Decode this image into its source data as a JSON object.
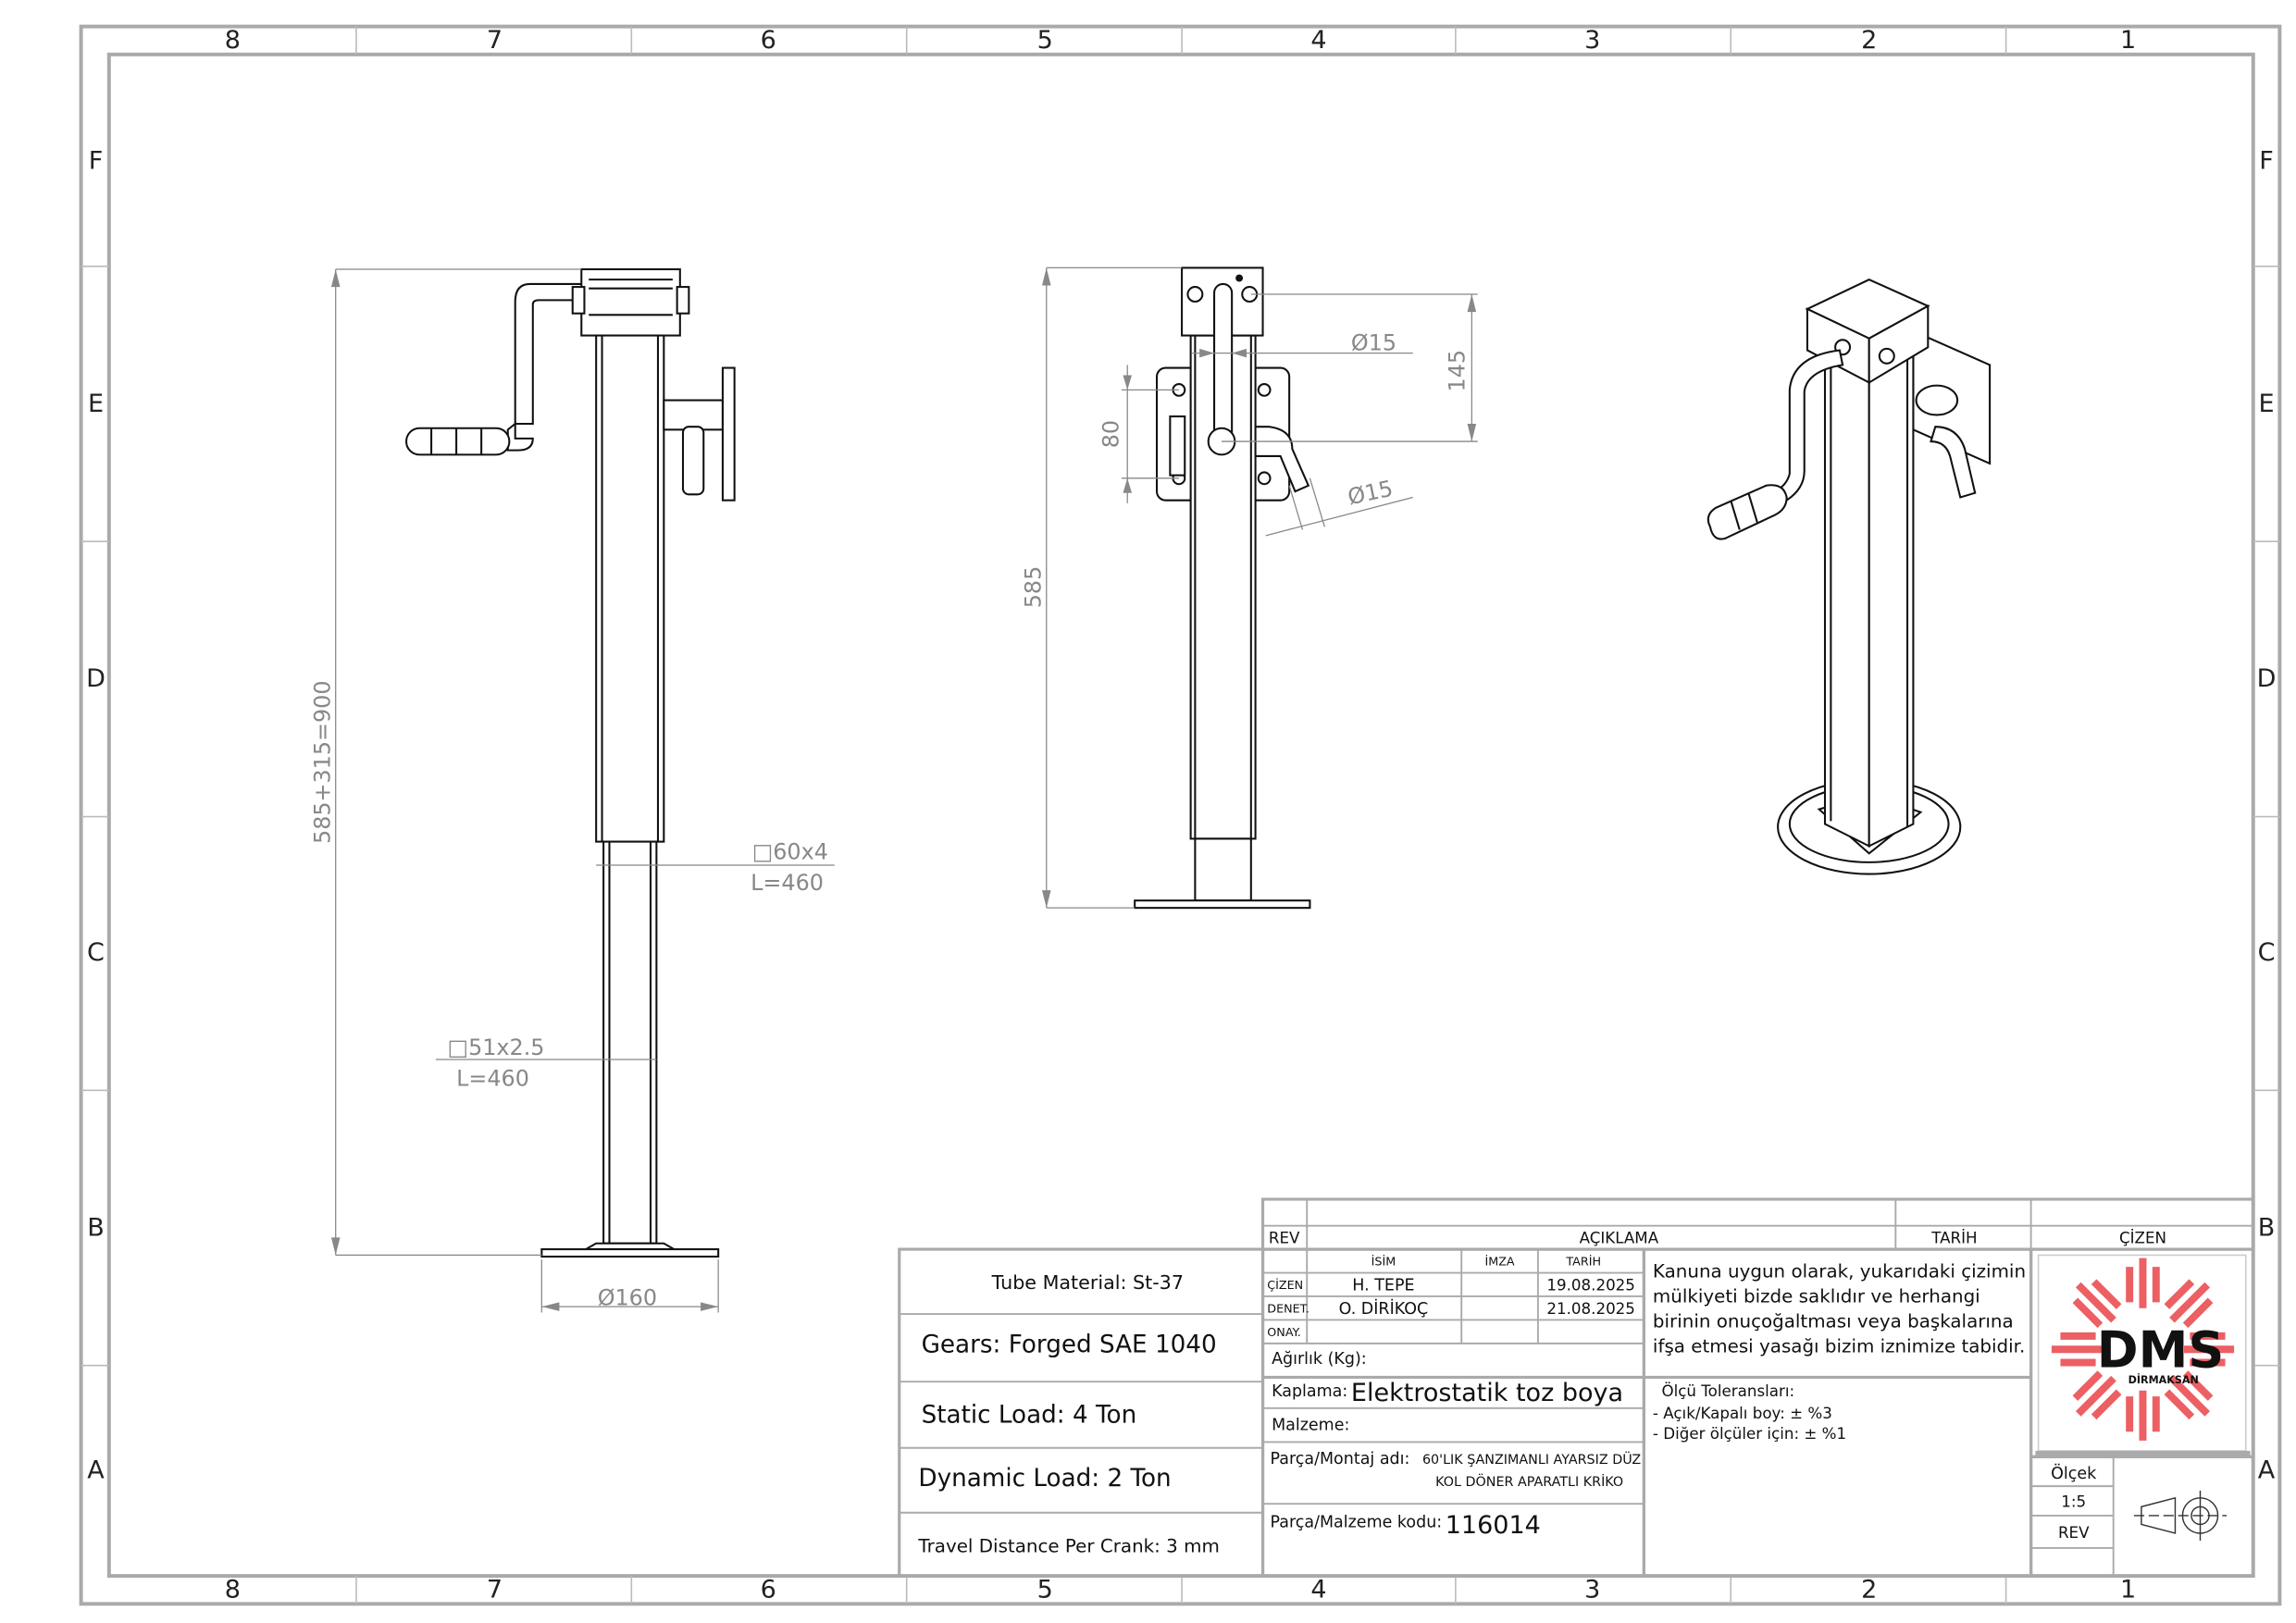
{
  "border": {
    "columns": [
      "8",
      "7",
      "6",
      "5",
      "4",
      "3",
      "2",
      "1"
    ],
    "rows": [
      "F",
      "E",
      "D",
      "C",
      "B",
      "A"
    ]
  },
  "dimensions": {
    "side_view": {
      "total_height": "585+315=900",
      "outer_tube": "□60x4",
      "outer_tube_length": "L=460",
      "inner_tube": "□51x2.5",
      "inner_tube_length": "L=460",
      "foot_diameter": "Ø160"
    },
    "front_view": {
      "closed_height": "585",
      "handle_offset": "145",
      "handle_diameter": "Ø15",
      "hole_spacing": "80",
      "lever_diameter": "Ø15"
    }
  },
  "spec_table": {
    "tube_material": "Tube Material: St-37",
    "gears": "Gears: Forged SAE 1040",
    "static_load": "Static Load: 4 Ton",
    "dynamic_load": "Dynamic Load: 2 Ton",
    "travel": "Travel Distance Per Crank: 3 mm"
  },
  "revision": {
    "rev_label": "REV",
    "description_label": "AÇIKLAMA",
    "date_label": "TARİH",
    "drawn_label": "ÇİZEN"
  },
  "approvals": {
    "headers": {
      "name": "İSİM",
      "signature": "İMZA",
      "date": "TARİH"
    },
    "rows": [
      {
        "role": "ÇİZEN",
        "name": "H. TEPE",
        "date": "19.08.2025"
      },
      {
        "role": "DENET.",
        "name": "O. DİRİKOÇ",
        "date": "21.08.2025"
      },
      {
        "role": "ONAY.",
        "name": "",
        "date": ""
      }
    ]
  },
  "part_info": {
    "weight_label": "Ağırlık (Kg):",
    "coating_label": "Kaplama:",
    "coating_value": "Elektrostatik toz boya",
    "material_label": "Malzeme:",
    "name_label": "Parça/Montaj adı:",
    "name_line1": "60'LIK ŞANZIMANLI AYARSIZ DÜZ",
    "name_line2": "KOL DÖNER APARATLI KRİKO",
    "code_label": "Parça/Malzeme kodu:",
    "code_value": "116014"
  },
  "notes": {
    "copyright": [
      "Kanuna uygun olarak, yukarıdaki çizimin",
      "mülkiyeti bizde saklıdır ve herhangi",
      "birinin onuçoğaltması veya başkalarına",
      "ifşa etmesi yasağı bizim iznimize tabidir."
    ],
    "tolerance_title": "Ölçü Toleransları:",
    "tolerance_1": "- Açık/Kapalı boy: ± %3",
    "tolerance_2": "- Diğer ölçüler için: ± %1"
  },
  "logo": {
    "text": "DMS",
    "subtext": "DİRMAKSAN",
    "ray_color": "#ec5f63",
    "text_color": "#1c2e4f"
  },
  "scale": {
    "label": "Ölçek",
    "value": "1:5",
    "rev_label": "REV"
  }
}
